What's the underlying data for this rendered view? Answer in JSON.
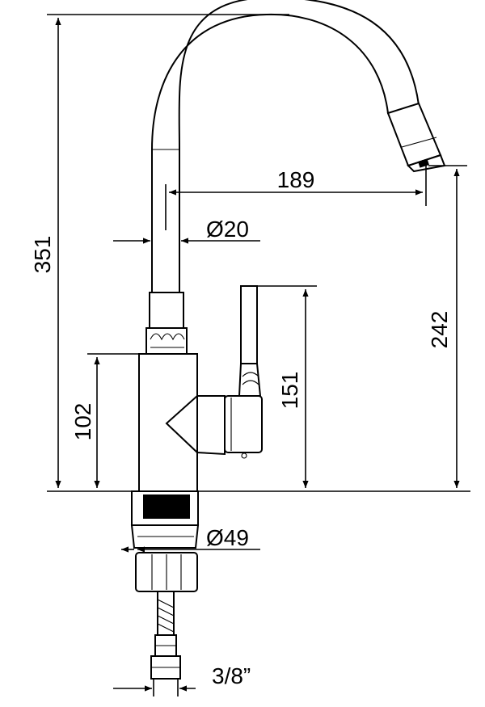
{
  "dimensions": {
    "total_height": "351",
    "spout_reach": "189",
    "pipe_diameter": "Ø20",
    "spout_height": "242",
    "handle_height": "151",
    "body_height": "102",
    "base_diameter": "Ø49",
    "connector": "3/8”"
  }
}
